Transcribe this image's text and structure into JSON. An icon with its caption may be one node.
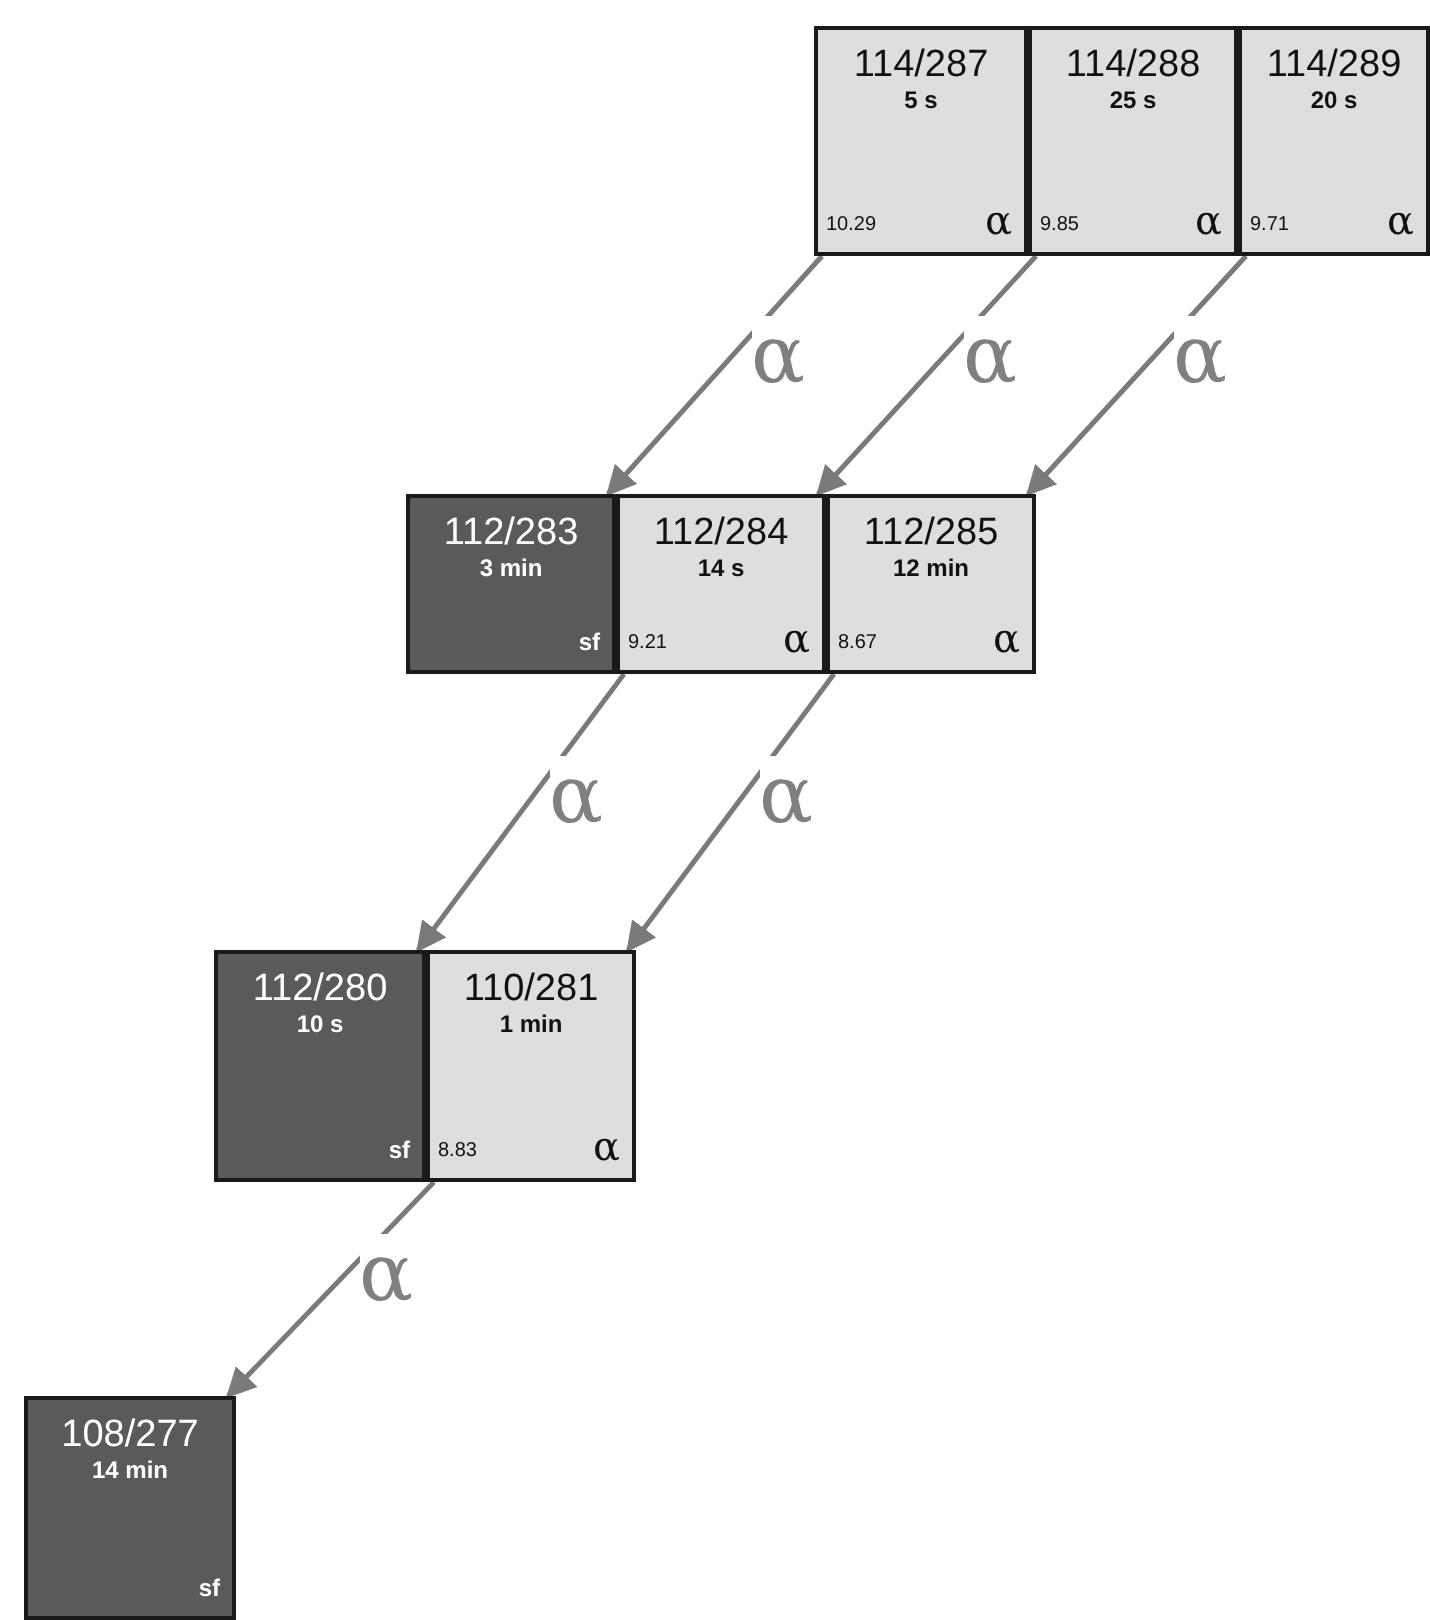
{
  "diagram": {
    "nodes": [
      {
        "text": [
          "114/287",
          "5 s",
          "10.29",
          "α"
        ]
      },
      {
        "text": [
          "114/288",
          "25 s",
          "9.85",
          "α"
        ]
      },
      {
        "text": [
          "114/289",
          "20 s",
          "9.71",
          "α"
        ]
      },
      {
        "text": [
          "112/283",
          "3 min",
          "sf"
        ]
      },
      {
        "text": [
          "112/284",
          "14 s",
          "9.21",
          "α"
        ]
      },
      {
        "text": [
          "112/285",
          "12 min",
          "8.67",
          "α"
        ]
      },
      {
        "text": [
          "112/280",
          "10 s",
          "sf"
        ]
      },
      {
        "text": [
          "110/281",
          "1 min",
          "8.83",
          "α"
        ]
      },
      {
        "text": [
          "108/277",
          "14 min",
          "sf"
        ]
      }
    ],
    "edges": [
      {
        "from": 0,
        "to": 3,
        "arrow": "to",
        "label": "α"
      },
      {
        "from": 1,
        "to": 4,
        "arrow": "to",
        "label": "α"
      },
      {
        "from": 2,
        "to": 5,
        "arrow": "to",
        "label": "α"
      },
      {
        "from": 4,
        "to": 6,
        "arrow": "to",
        "label": "α"
      },
      {
        "from": 5,
        "to": 7,
        "arrow": "to",
        "label": "α"
      },
      {
        "from": 7,
        "to": 8,
        "arrow": "to",
        "label": "α"
      }
    ]
  }
}
